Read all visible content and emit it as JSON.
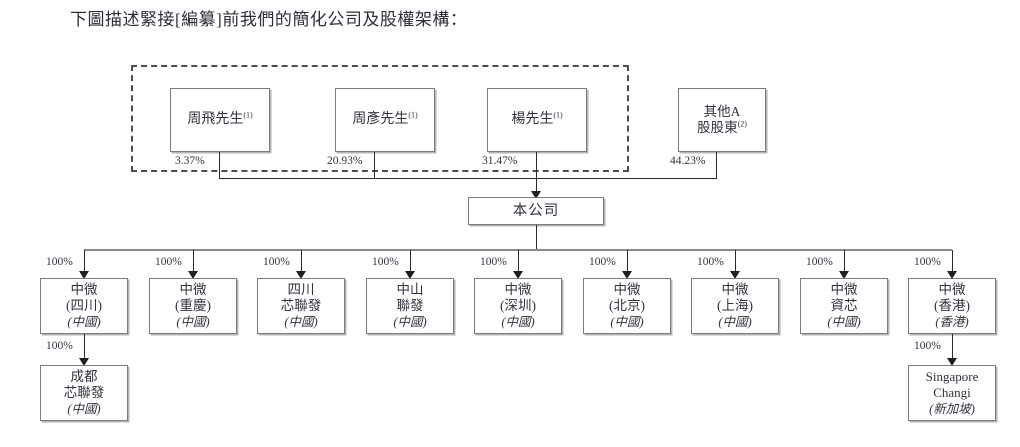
{
  "heading": "下圖描述緊接[編纂]前我們的簡化公司及股權架構：",
  "shareholders": {
    "grouped_note": "dashed-frame groups the three controlling shareholders",
    "items": [
      {
        "name": "周飛先生",
        "sup": "(1)",
        "percent": "3.37%",
        "in_group": true
      },
      {
        "name": "周彥先生",
        "sup": "(1)",
        "percent": "20.93%",
        "in_group": true
      },
      {
        "name": "楊先生",
        "sup": "(1)",
        "percent": "31.47%",
        "in_group": true
      },
      {
        "name_line1": "其他A",
        "name_line2": "股股東",
        "sup": "(2)",
        "percent": "44.23%",
        "in_group": false
      }
    ]
  },
  "company": {
    "label": "本公司"
  },
  "subsidiaries": [
    {
      "line1": "中微",
      "line2": "(四川)",
      "region": "(中國)",
      "percent": "100%"
    },
    {
      "line1": "中微",
      "line2": "(重慶)",
      "region": "(中國)",
      "percent": "100%"
    },
    {
      "line1": "四川",
      "line2": "芯聯發",
      "region": "(中國)",
      "percent": "100%"
    },
    {
      "line1": "中山",
      "line2": "聯發",
      "region": "(中國)",
      "percent": "100%"
    },
    {
      "line1": "中微",
      "line2": "(深圳)",
      "region": "(中國)",
      "percent": "100%"
    },
    {
      "line1": "中微",
      "line2": "(北京)",
      "region": "(中國)",
      "percent": "100%"
    },
    {
      "line1": "中微",
      "line2": "(上海)",
      "region": "(中國)",
      "percent": "100%"
    },
    {
      "line1": "中微",
      "line2": "資芯",
      "region": "(中國)",
      "percent": "100%"
    },
    {
      "line1": "中微",
      "line2": "(香港)",
      "region": "(香港)",
      "percent": "100%"
    }
  ],
  "second_level": [
    {
      "parent_index": 0,
      "line1": "成都",
      "line2": "芯聯發",
      "region": "(中國)",
      "percent": "100%"
    },
    {
      "parent_index": 8,
      "line1": "Singapore",
      "line2": "Changi",
      "region": "(新加坡)",
      "percent": "100%"
    }
  ],
  "colors": {
    "text": "#32323e",
    "box_border": "#7b7b7b",
    "dashed_border": "#4d4d4d",
    "connector": "#2b2b2b",
    "bus": "#8a8a8a",
    "background": "#ffffff"
  }
}
